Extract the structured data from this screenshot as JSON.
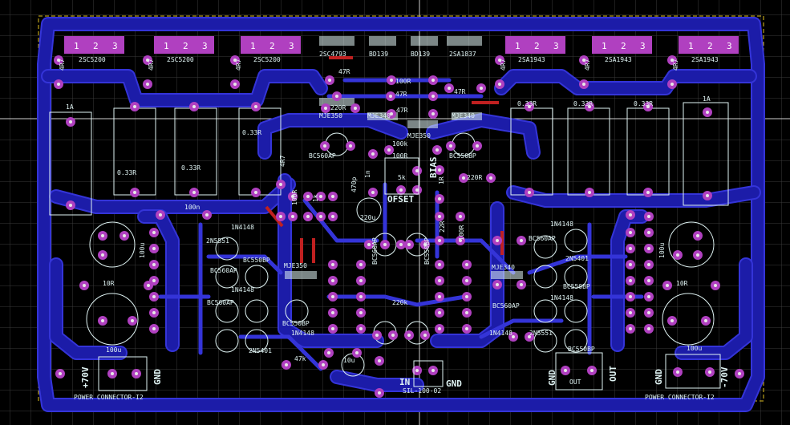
{
  "board": {
    "colors": {
      "background": "#000000",
      "grid": "#3a3a3a",
      "trace": "#1c1ca8",
      "trace_edge": "#3434d8",
      "pad": "#b040c0",
      "silk": "#e0f4f4",
      "silk_label": "#f0f060",
      "jumper": "#c02020",
      "outline": "#e0c020"
    },
    "top_transistors": [
      {
        "label": "2SC5200",
        "pins": [
          "1",
          "2",
          "3"
        ]
      },
      {
        "label": "2SC5200",
        "pins": [
          "1",
          "2",
          "3"
        ]
      },
      {
        "label": "2SC5200",
        "pins": [
          "1",
          "2",
          "3"
        ]
      },
      {
        "label": "2SA1943",
        "pins": [
          "1",
          "2",
          "3"
        ]
      },
      {
        "label": "2SA1943",
        "pins": [
          "1",
          "2",
          "3"
        ]
      },
      {
        "label": "2SA1943",
        "pins": [
          "1",
          "2",
          "3"
        ]
      }
    ],
    "small_to126": [
      "2SC4793",
      "BD139",
      "BD139",
      "2SA1837"
    ],
    "emitter_resistors": [
      "4R7",
      "4R7",
      "4R7",
      "4R7",
      "4R7",
      "4R7"
    ],
    "big_resistors": [
      "1A",
      "0.33R",
      "0.33R",
      "0.33R",
      "0.33R",
      "0.33R",
      "0.33R",
      "1A"
    ],
    "driver_labels": [
      "MJE350",
      "MJE340",
      "MJE350",
      "MJE340",
      "MJE350",
      "MJE340"
    ],
    "bias": {
      "bias_label": "BIAS",
      "offset_label": "OFSET",
      "pot_value": "5k"
    },
    "small_values": [
      "47R",
      "100R",
      "47R",
      "47R",
      "220R",
      "47R",
      "100k",
      "100R",
      "220R",
      "4R7",
      "1R",
      "100R",
      "1k",
      "22R",
      "100R",
      "220u",
      "470p",
      "1n",
      "100n",
      "10R",
      "10R",
      "220k",
      "47k",
      "10u",
      "100u",
      "100u",
      "100u",
      "100u"
    ],
    "small_transistors": [
      "BC560AP",
      "BC550BP",
      "BC560AP",
      "BC550BP",
      "2N5551",
      "2N5401",
      "BC560AP",
      "BC550BP",
      "BC560AP",
      "BC550BP",
      "2N5551",
      "2N5401",
      "BC550BP",
      "BC560AP",
      "BC560AP",
      "BC550BP"
    ],
    "diode_labels": [
      "1N4148",
      "1N4148",
      "1N4148",
      "1N4148",
      "1N4148",
      "1N4148"
    ],
    "connectors": {
      "left": {
        "title": "POWER CONNECTOR-I2",
        "plus": "+70V",
        "gnd": "GND"
      },
      "right": {
        "title": "POWER CONNECTOR-I2",
        "minus": "-70V",
        "gnd": "GND"
      },
      "output": {
        "title": "OUT",
        "gnd": "GND",
        "out": "OUT"
      },
      "input": {
        "title": "SIL-100-02",
        "in": "IN",
        "gnd": "GND"
      }
    }
  }
}
